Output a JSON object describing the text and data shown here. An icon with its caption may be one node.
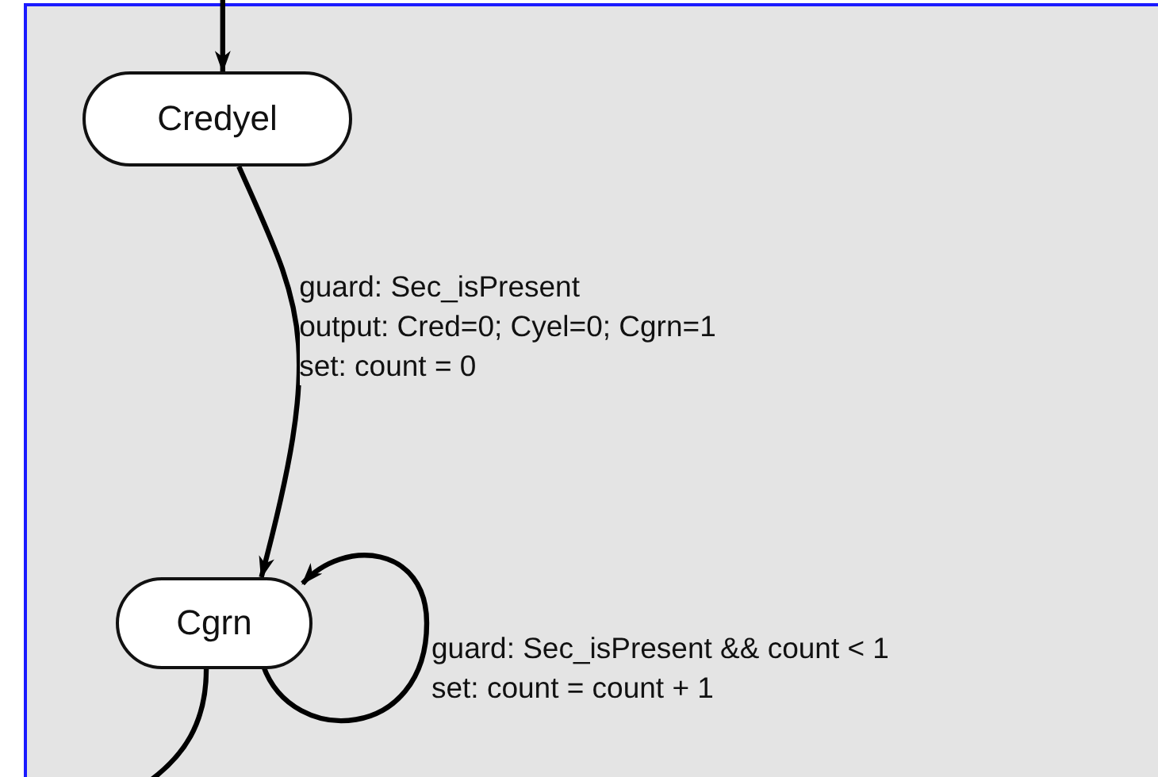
{
  "diagram": {
    "nodes": [
      {
        "text": [
          "Credyel"
        ]
      },
      {
        "text": [
          "Cgrn"
        ]
      }
    ],
    "edges": [
      {
        "from": null,
        "to": 0,
        "arrow": "to"
      },
      {
        "from": 0,
        "to": 1,
        "arrow": "to",
        "label": "guard: Sec_isPresent\noutput: Cred=0; Cyel=0; Cgrn=1\nset: count = 0"
      },
      {
        "from": 1,
        "to": 1,
        "arrow": "to",
        "label": "guard: Sec_isPresent && count < 1\nset: count = count + 1"
      },
      {
        "from": 1,
        "to": null,
        "arrow": "none"
      }
    ]
  }
}
